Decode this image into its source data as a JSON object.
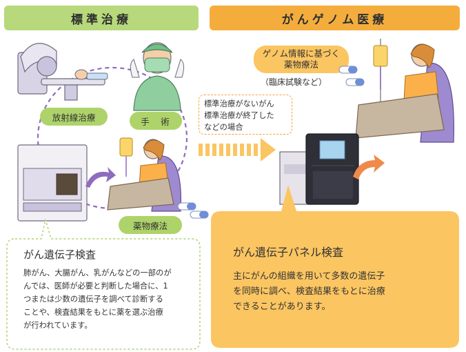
{
  "standard": {
    "header": "標準治療",
    "radiation": "放射線治療",
    "surgery": "手　術",
    "drug": "薬物療法"
  },
  "genome": {
    "header": "がんゲノム医療",
    "drug_title": "ゲノム情報に基づく\n薬物療法",
    "drug_note": "（臨床試験など）",
    "condition": "標準治療がないがん\n標準治療が終了した\nなどの場合"
  },
  "gene_test": {
    "title": "がん遺伝子検査",
    "body": "肺がん、大腸がん、乳がんなどの一部のが\nんでは、医師が必要と判断した場合に、1\nつまたは少数の遺伝子を調べて診断する\nことや、検査結果をもとに薬を選ぶ治療\nが行われています。"
  },
  "panel_test": {
    "title": "がん遺伝子パネル検査",
    "body": "主にがんの組織を用いて多数の遺伝子\nを同時に調べ、検査結果をもとに治療\nできることがあります。"
  },
  "colors": {
    "green": "#aed36a",
    "orange": "#fbc561",
    "orange_dark": "#f2a33a",
    "purple": "#8e6bbf"
  }
}
